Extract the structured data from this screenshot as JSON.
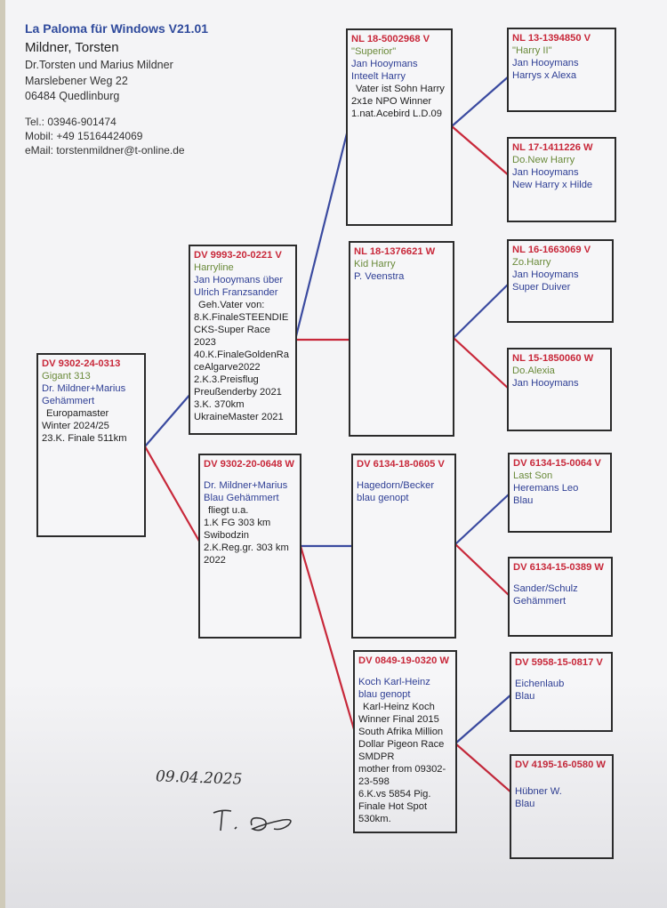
{
  "header": {
    "title": "La Paloma für Windows V21.01",
    "name": "Mildner, Torsten",
    "line1": "Dr.Torsten und Marius Mildner",
    "line2": "Marslebener Weg 22",
    "line3": "06484 Quedlinburg",
    "tel": "Tel.: 03946-901474",
    "mobil": "Mobil: +49 15164424069",
    "email": "eMail: torstenmildner@t-online.de"
  },
  "pigeons": {
    "root": {
      "ring": "DV 9302-24-0313",
      "name": "Gigant 313",
      "breeder": "Dr. Mildner+Marius",
      "color": "Gehämmert",
      "notes": [
        "Europamaster",
        "Winter 2024/25",
        "23.K. Finale 511km"
      ]
    },
    "father": {
      "ring": "DV 9993-20-0221 V",
      "name": "Harryline",
      "breeder": [
        "Jan Hooymans über",
        "Ulrich Franzsander"
      ],
      "notes": [
        "Geh.Vater von:",
        "8.K.FinaleSTEENDIE",
        "CKS-Super Race",
        "2023",
        "40.K.FinaleGoldenRa",
        "ceAlgarve2022",
        "2.K.3.Preisflug",
        "Preußenderby 2021",
        "3.K. 370km",
        "UkraineMaster 2021"
      ]
    },
    "mother": {
      "ring": "DV 9302-20-0648 W",
      "breeder": "Dr. Mildner+Marius",
      "color": "Blau Gehämmert",
      "notes": [
        "fliegt u.a.",
        "1.K FG 303 km",
        "Swibodzin",
        "2.K.Reg.gr. 303 km",
        "2022"
      ]
    },
    "ff": {
      "ring": "NL 18-5002968 V",
      "name": "\"Superior\"",
      "breeder": "Jan Hooymans",
      "info": "Inteelt Harry",
      "notes": [
        "Vater ist Sohn Harry",
        "2x1e NPO Winner",
        "1.nat.Acebird L.D.09"
      ]
    },
    "fm": {
      "ring": "NL 18-1376621 W",
      "name": "Kid Harry",
      "breeder": "P. Veenstra"
    },
    "mf": {
      "ring": "DV 6134-18-0605 V",
      "breeder": "Hagedorn/Becker",
      "color": "blau genopt"
    },
    "mm": {
      "ring": "DV 0849-19-0320 W",
      "breeder": "Koch Karl-Heinz",
      "color": "blau genopt",
      "notes": [
        "Karl-Heinz Koch",
        "Winner Final 2015",
        "South Afrika Million",
        "Dollar Pigeon Race",
        "SMDPR",
        "mother from 09302-",
        "23-598",
        "6.K.vs 5854 Pig.",
        "Finale Hot Spot",
        "530km."
      ]
    },
    "fff": {
      "ring": "NL 13-1394850 V",
      "name": "\"Harry II\"",
      "breeder": "Jan Hooymans",
      "info": "Harrys x Alexa"
    },
    "ffm": {
      "ring": "NL 17-1411226 W",
      "name": "Do.New Harry",
      "breeder": "Jan Hooymans",
      "info": "New Harry x Hilde"
    },
    "fmf": {
      "ring": "NL 16-1663069 V",
      "name": "Zo.Harry",
      "breeder": "Jan Hooymans",
      "info": "Super Duiver"
    },
    "fmm": {
      "ring": "NL 15-1850060 W",
      "name": "Do.Alexia",
      "breeder": "Jan Hooymans"
    },
    "mff": {
      "ring": "DV 6134-15-0064 V",
      "name": "Last Son",
      "breeder": "Heremans Leo",
      "color": "Blau"
    },
    "mfm": {
      "ring": "DV 6134-15-0389 W",
      "breeder": "Sander/Schulz",
      "color": "Gehämmert"
    },
    "mmf": {
      "ring": "DV 5958-15-0817 V",
      "breeder": "Eichenlaub",
      "color": "Blau"
    },
    "mmm": {
      "ring": "DV 4195-16-0580 W",
      "breeder": "Hübner W.",
      "color": "Blau"
    }
  },
  "handwritten_date": "09.04.2025",
  "colors": {
    "male_line": "#3a4aa0",
    "female_line": "#c8283a",
    "ring": "#c8283a",
    "name": "#6a8a3a",
    "text_blue": "#2f3f95"
  }
}
